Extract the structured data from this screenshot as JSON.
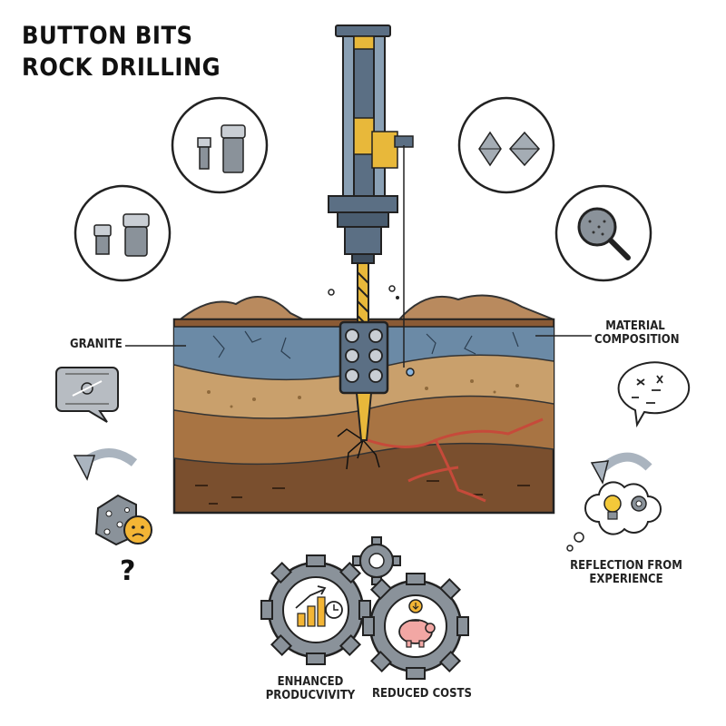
{
  "title": {
    "line1": "BUTTON BITS",
    "line2": "ROCK DRILLING"
  },
  "labels": {
    "granite": "GRANITE",
    "material_line1": "MATERIAL",
    "material_line2": "COMPOSITION",
    "reflection_line1": "REFLECTION FROM",
    "reflection_line2": "EXPERIENCE",
    "enhanced_line1": "ENHANCED",
    "enhanced_line2": "PRODUCVIVITY",
    "reduced": "REDUCED COSTS",
    "question": "?"
  },
  "icons": [
    "button-bits-icon",
    "button-bits-small-icon",
    "diamond-bits-icon",
    "magnifier-icon",
    "chat-bubble-icon",
    "thinking-bubble-icon",
    "refresh-arrow-icon",
    "sad-face-icon",
    "lightbulb-icon",
    "gear-icon",
    "bar-chart-icon",
    "piggy-bank-icon",
    "drill-rig-icon"
  ],
  "colors": {
    "granite": "#6b8aa6",
    "sand": "#c9a06c",
    "clay": "#a87443",
    "soil": "#7a4f2e",
    "drill_steel": "#5b6f84",
    "drill_accent": "#e8b83a",
    "vein": "#c64a3a",
    "gear": "#8a929a"
  }
}
